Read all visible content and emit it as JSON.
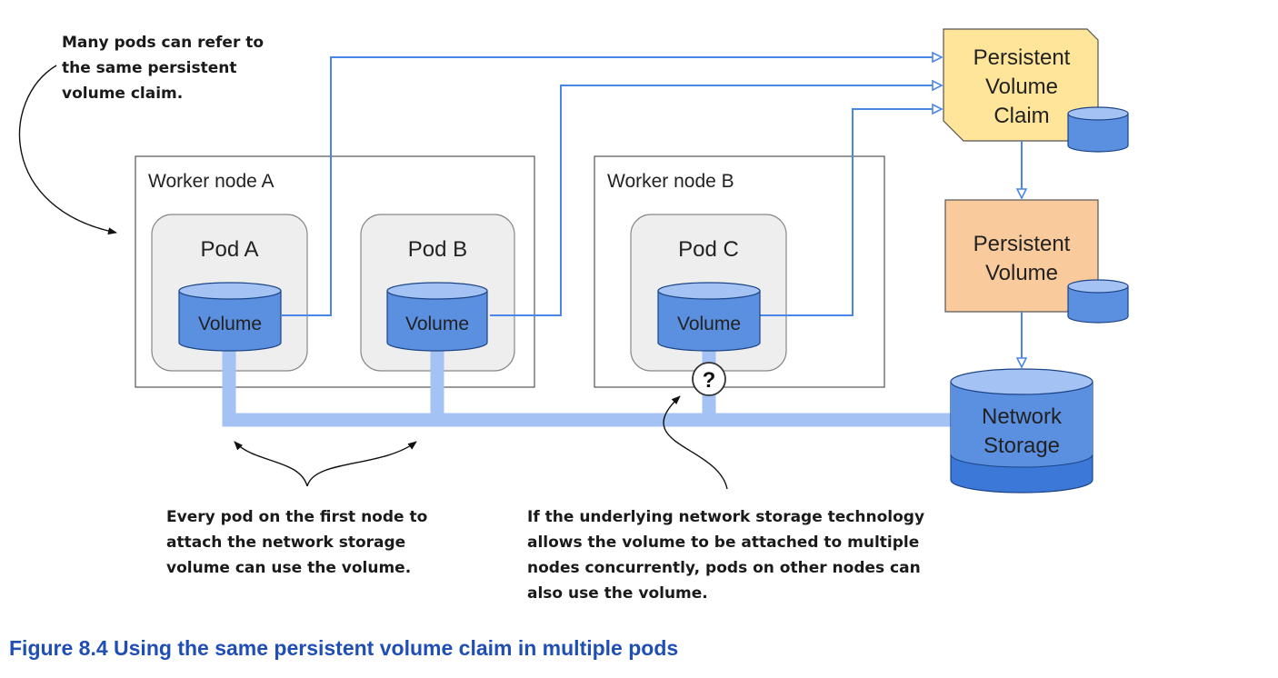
{
  "diagram": {
    "top_note": [
      "Many pods can refer to",
      "the same persistent",
      "volume claim."
    ],
    "nodes": {
      "worker_a": "Worker node A",
      "worker_b": "Worker node B"
    },
    "pods": {
      "pod_a": "Pod A",
      "pod_b": "Pod B",
      "pod_c": "Pod C"
    },
    "volume_label": "Volume",
    "question_mark": "?",
    "pvc_label": [
      "Persistent",
      "Volume",
      "Claim"
    ],
    "pv_label": [
      "Persistent",
      "Volume"
    ],
    "storage_label": [
      "Network",
      "Storage"
    ],
    "note_left": [
      "Every pod on the first node to",
      "attach the network storage",
      "volume can use the volume."
    ],
    "note_right": [
      "If the underlying network storage technology",
      "allows the volume to be attached to multiple",
      "nodes concurrently, pods on other nodes can",
      "also use the volume."
    ],
    "colors": {
      "volume_fill": "#5b8fe0",
      "volume_top": "#a4c2f4",
      "network_line": "#a4c2f4",
      "arrow_blue": "#4a86e8",
      "pvc_fill": "#ffe599",
      "pv_fill": "#f9cb9c",
      "storage_fill": "#5b8fe0",
      "caption": "#1f4fb5"
    }
  },
  "caption": "Figure 8.4 Using the same persistent volume claim in multiple pods"
}
